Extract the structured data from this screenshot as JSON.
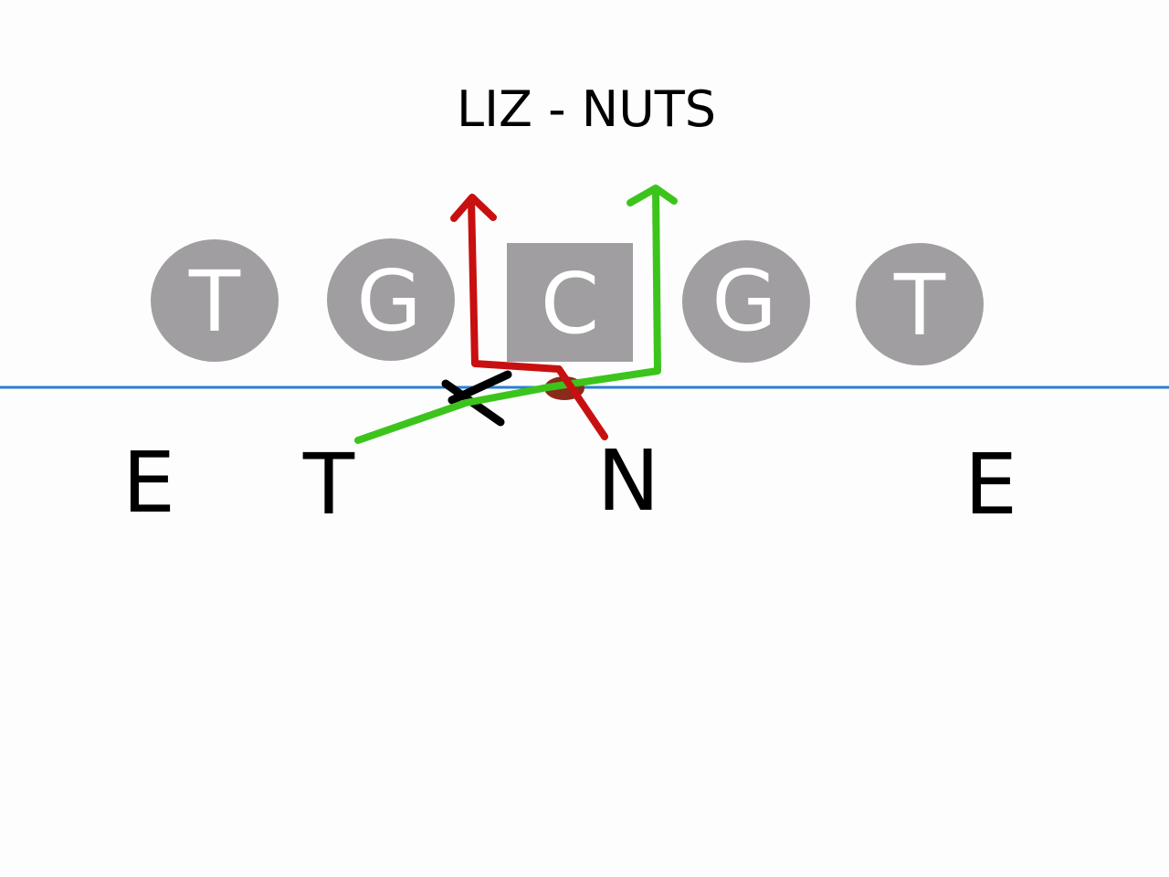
{
  "title": "LIZ - NUTS",
  "offense": [
    {
      "label": "T",
      "shape": "circle"
    },
    {
      "label": "G",
      "shape": "circle"
    },
    {
      "label": "C",
      "shape": "square"
    },
    {
      "label": "G",
      "shape": "circle"
    },
    {
      "label": "T",
      "shape": "circle"
    }
  ],
  "defense": [
    {
      "label": "E"
    },
    {
      "label": "T"
    },
    {
      "label": "N"
    },
    {
      "label": "E"
    }
  ],
  "colors": {
    "offense_fill": "#a09ea0",
    "line_of_scrimmage": "#2a7fd4",
    "route_red": "#c81010",
    "route_green": "#3cc41c",
    "route_black": "#000000",
    "ball": "#8a2a1a"
  }
}
